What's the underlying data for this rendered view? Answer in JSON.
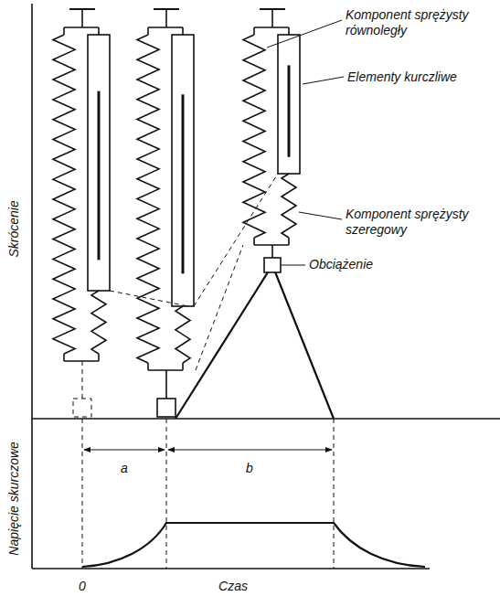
{
  "diagram": {
    "labels": [
      "Komponent sprężysty równoległy",
      "Elementy kurczliwe",
      "Komponent sprężysty szeregowy",
      "Obciążenie",
      "Skrócenie",
      "Napięcie skurczowe",
      "a",
      "b",
      "0",
      "Czas"
    ]
  }
}
